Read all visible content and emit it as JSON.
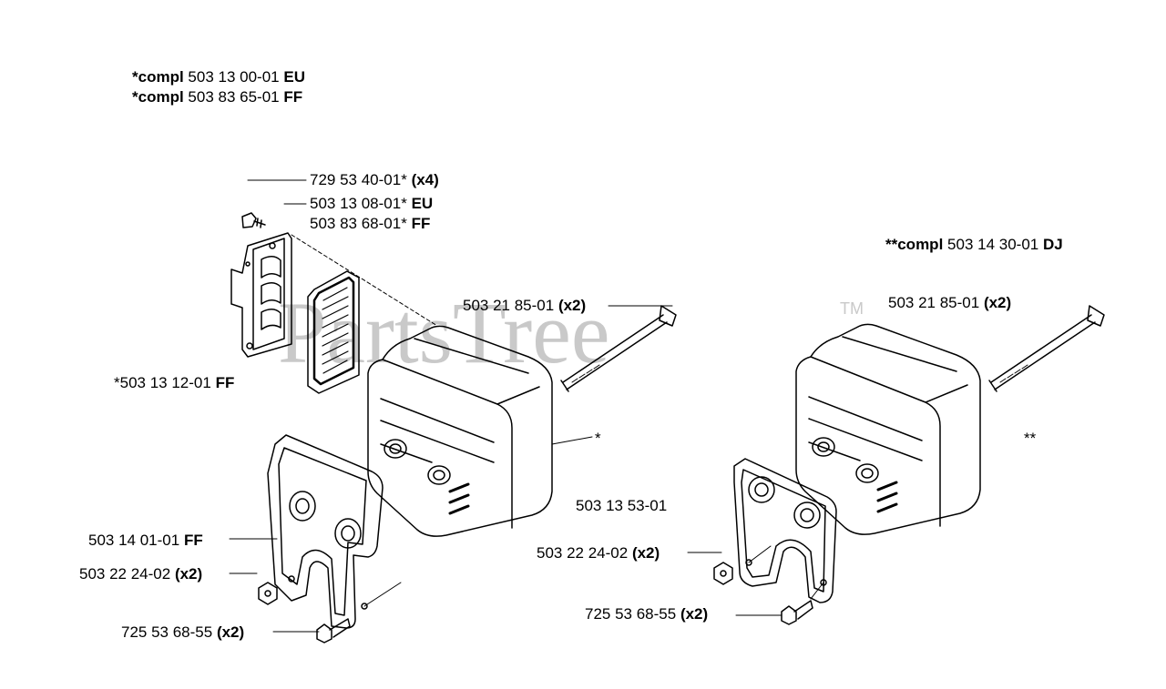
{
  "watermark": {
    "brand": "PartsTree",
    "tm": "TM"
  },
  "headers": {
    "compl_eu": {
      "prefix": "*compl",
      "number": "503 13 00-01",
      "suffix": "EU"
    },
    "compl_ff": {
      "prefix": "*compl",
      "number": "503 83 65-01",
      "suffix": "FF"
    },
    "compl_dj": {
      "prefix": "**compl",
      "number": "503 14 30-01",
      "suffix": "DJ"
    }
  },
  "labels": {
    "screw_x4": {
      "number": "729 53 40-01*",
      "suffix": "(x4)"
    },
    "guard_eu": {
      "number": "503 13 08-01*",
      "suffix": "EU"
    },
    "guard_ff": {
      "number": "503 83 68-01*",
      "suffix": "FF"
    },
    "screen": {
      "number": "*503 13 12-01",
      "suffix": "FF"
    },
    "bolt_left": {
      "number": "503 21 85-01",
      "suffix": "(x2)"
    },
    "muffler_left_star": {
      "text": "*"
    },
    "gasket_left": {
      "number": "503 14 01-01",
      "suffix": "FF"
    },
    "nut_left": {
      "number": "503 22 24-02",
      "suffix": "(x2)"
    },
    "screw_left": {
      "number": "725 53 68-55",
      "suffix": "(x2)"
    },
    "bolt_right": {
      "number": "503 21 85-01",
      "suffix": "(x2)"
    },
    "muffler_right_star": {
      "text": "**"
    },
    "gasket_right": {
      "number": "503 13 53-01"
    },
    "nut_right": {
      "number": "503 22 24-02",
      "suffix": "(x2)"
    },
    "screw_right": {
      "number": "725 53 68-55",
      "suffix": "(x2)"
    }
  }
}
